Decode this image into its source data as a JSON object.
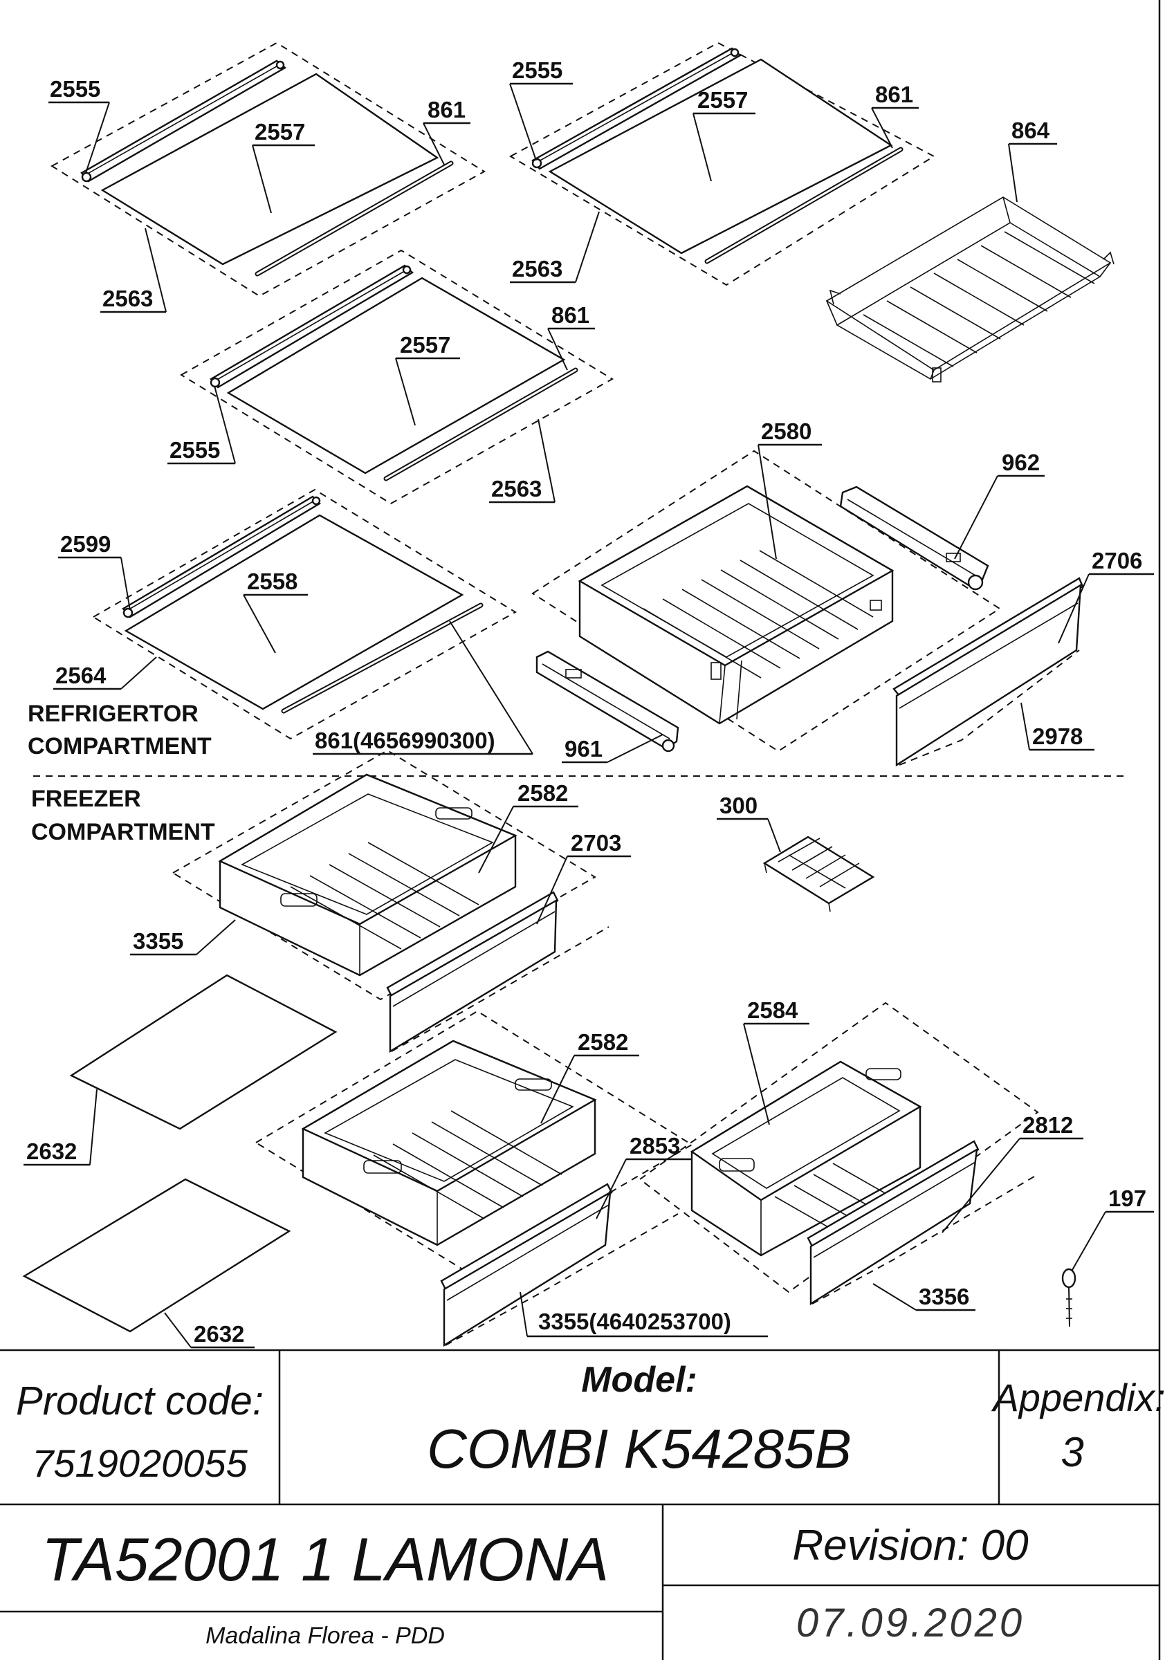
{
  "labels": {
    "l2555a": "2555",
    "l2557a": "2557",
    "l861a": "861",
    "l2563a": "2563",
    "l2555b": "2555",
    "l2557b": "2557",
    "l861b": "861",
    "l2563b": "2563",
    "l864": "864",
    "l2557c": "2557",
    "l861c": "861",
    "l2555c": "2555",
    "l2563c": "2563",
    "l2599": "2599",
    "l2558": "2558",
    "l2564": "2564",
    "l861d": "861(4656990300)",
    "l2580": "2580",
    "l962": "962",
    "l2706": "2706",
    "l961": "961",
    "l2978": "2978",
    "l2582a": "2582",
    "l2703": "2703",
    "l3355a": "3355",
    "l300": "300",
    "l2632a": "2632",
    "l2632b": "2632",
    "l2582b": "2582",
    "l2853": "2853",
    "l3355b": "3355(4640253700)",
    "l2584": "2584",
    "l2812": "2812",
    "l3356": "3356",
    "l197": "197"
  },
  "sections": {
    "refrigerator_line1": "REFRIGERTOR",
    "refrigerator_line2": "COMPARTMENT",
    "freezer_line1": "FREEZER",
    "freezer_line2": "COMPARTMENT"
  },
  "title_block": {
    "product_code_label": "Product code:",
    "product_code": "7519020055",
    "model_label": "Model:",
    "model": "COMBI K54285B",
    "appendix_label": "Appendix:",
    "appendix": "3",
    "document_code": "TA52001 1  LAMONA",
    "revision": "Revision: 00",
    "author": "Madalina Florea - PDD",
    "date": "07.09.2020"
  }
}
